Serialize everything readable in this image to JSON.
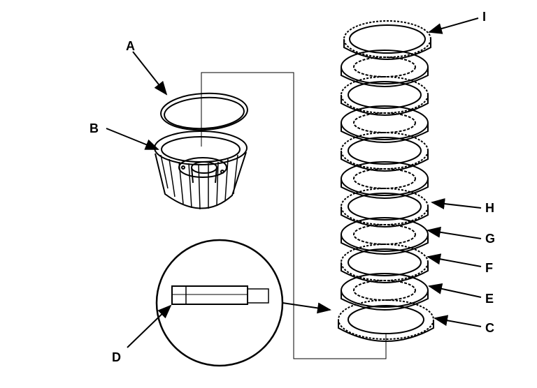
{
  "callouts": {
    "A": "A",
    "B": "B",
    "C": "C",
    "D": "D",
    "E": "E",
    "F": "F",
    "G": "G",
    "H": "H",
    "I": "I"
  },
  "colors": {
    "ink": "#000000",
    "background": "#ffffff",
    "shade": "#9a9a9a"
  }
}
